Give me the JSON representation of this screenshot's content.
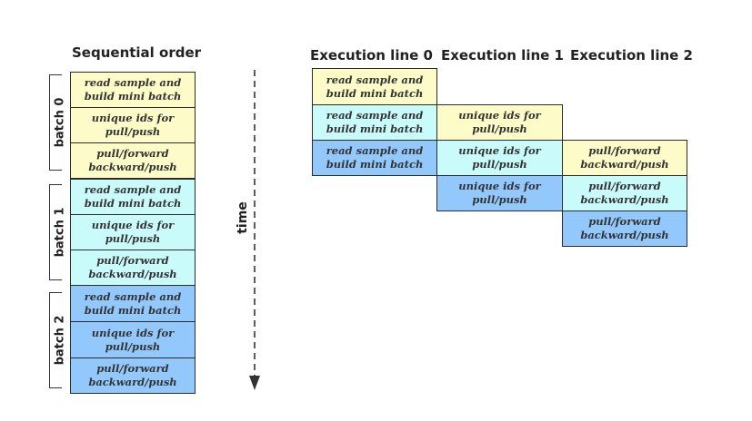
{
  "sequential": {
    "title": "Sequential order",
    "batches": [
      {
        "label": "batch 0",
        "steps": [
          "read sample and\nbuild mini batch",
          "unique ids for\npull/push",
          "pull/forward\nbackward/push"
        ]
      },
      {
        "label": "batch 1",
        "steps": [
          "read sample and\nbuild mini batch",
          "unique ids for\npull/push",
          "pull/forward\nbackward/push"
        ]
      },
      {
        "label": "batch 2",
        "steps": [
          "read sample and\nbuild mini batch",
          "unique ids for\npull/push",
          "pull/forward\nbackward/push"
        ]
      }
    ]
  },
  "time_label": "time",
  "execution_lines": [
    {
      "title": "Execution line 0",
      "steps": [
        "read sample and\nbuild mini batch",
        "read sample and\nbuild mini batch",
        "read sample and\nbuild mini batch"
      ]
    },
    {
      "title": "Execution line 1",
      "steps": [
        "unique ids for\npull/push",
        "unique ids for\npull/push",
        "unique ids for\npull/push"
      ]
    },
    {
      "title": "Execution line 2",
      "steps": [
        "pull/forward\nbackward/push",
        "pull/forward\nbackward/push",
        "pull/forward\nbackward/push"
      ]
    }
  ],
  "colors": {
    "batch_0": "#fdfbc8",
    "batch_1": "#c9fbfb",
    "batch_2": "#93c8fd",
    "border": "#2b2b2b"
  }
}
